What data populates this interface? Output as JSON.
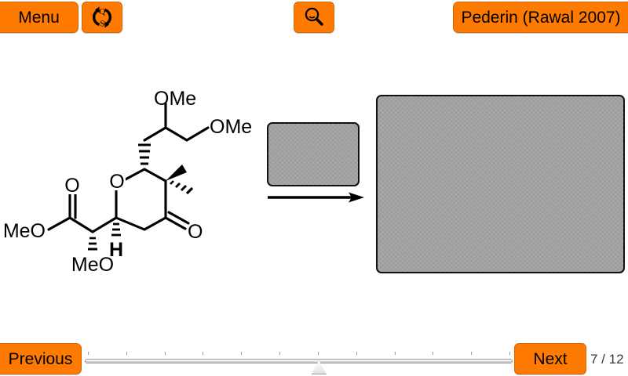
{
  "toolbar": {
    "menu_label": "Menu",
    "qs_toggle": {
      "icon": "question-solution-cycle-icon",
      "top_letter": "Q",
      "bottom_letter": "S"
    },
    "search": {
      "icon": "magnifier-icon"
    },
    "title_label": "Pederin (Rawal 2007)"
  },
  "footer": {
    "previous_label": "Previous",
    "next_label": "Next",
    "page_counter": "7 / 12",
    "slider": {
      "current": 7,
      "total": 12,
      "ticks": 12
    }
  },
  "colors": {
    "accent_orange": "#ff7a00",
    "accent_orange_border": "#d96600",
    "placeholder_gray": "#9d9d9d",
    "structure_black": "#000000",
    "page_background": "#ffffff"
  },
  "main": {
    "starting_material": {
      "name": "tetrahydropyranone-methyl-ester",
      "labels": {
        "ring_oxygen": "O",
        "upper_ome": "OMe",
        "side_ome": "OMe",
        "ketone_oxygen": "O",
        "ester_carbonyl_oxygen": "O",
        "ester_meo": "MeO",
        "alpha_meo": "MeO",
        "ring_hydrogen": "H"
      }
    },
    "reagent_box": {
      "name": "hidden-reagents-placeholder",
      "state": "hidden"
    },
    "product_box": {
      "name": "hidden-product-placeholder",
      "state": "hidden"
    },
    "arrow": {
      "name": "reaction-arrow",
      "direction": "right"
    }
  }
}
